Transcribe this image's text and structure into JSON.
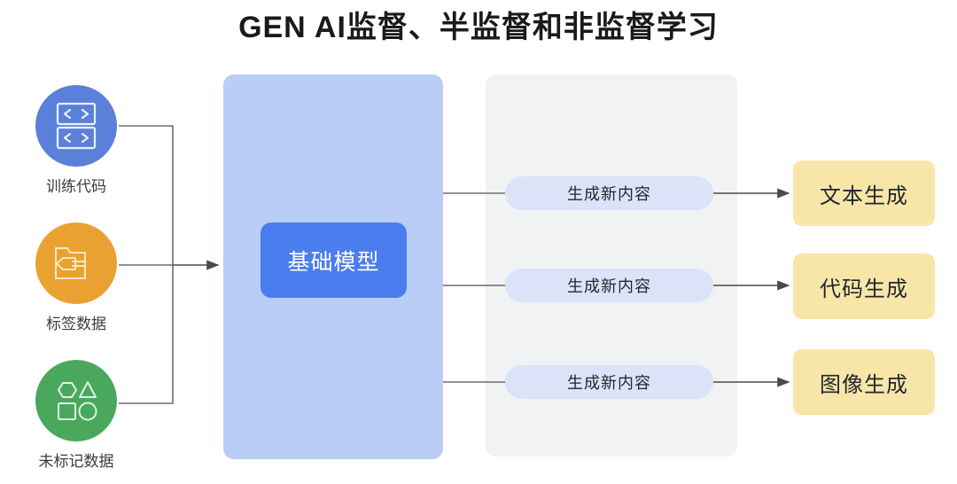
{
  "page": {
    "title": "GEN AI监督、半监督和非监督学习",
    "background": "#ffffff"
  },
  "colors": {
    "panel_blue": "#b9cdf6",
    "panel_gray": "#f1f2f4",
    "model_blue": "#4a7ded",
    "pill_blue": "#dbe3f8",
    "output_yellow": "#f7e6a8",
    "node_blue": "#5b80d9",
    "node_orange": "#e9a231",
    "node_green": "#4aa85d",
    "line_gray": "#6d6d6d",
    "title_color": "#1a1a1a"
  },
  "inputs": {
    "nodes": [
      {
        "label": "训练代码",
        "icon": "code-brackets-icon",
        "color": "#5b80d9"
      },
      {
        "label": "标签数据",
        "icon": "folder-tag-icon",
        "color": "#e9a231"
      },
      {
        "label": "未标记数据",
        "icon": "shapes-icon",
        "color": "#4aa85d"
      }
    ]
  },
  "model": {
    "panel_name": "foundation-model-panel",
    "box_label": "基础模型"
  },
  "generation": {
    "panel_name": "generation-panel",
    "pills": [
      {
        "label": "生成新内容"
      },
      {
        "label": "生成新内容"
      },
      {
        "label": "生成新内容"
      }
    ]
  },
  "outputs": {
    "boxes": [
      {
        "label": "文本生成"
      },
      {
        "label": "代码生成"
      },
      {
        "label": "图像生成"
      }
    ]
  }
}
